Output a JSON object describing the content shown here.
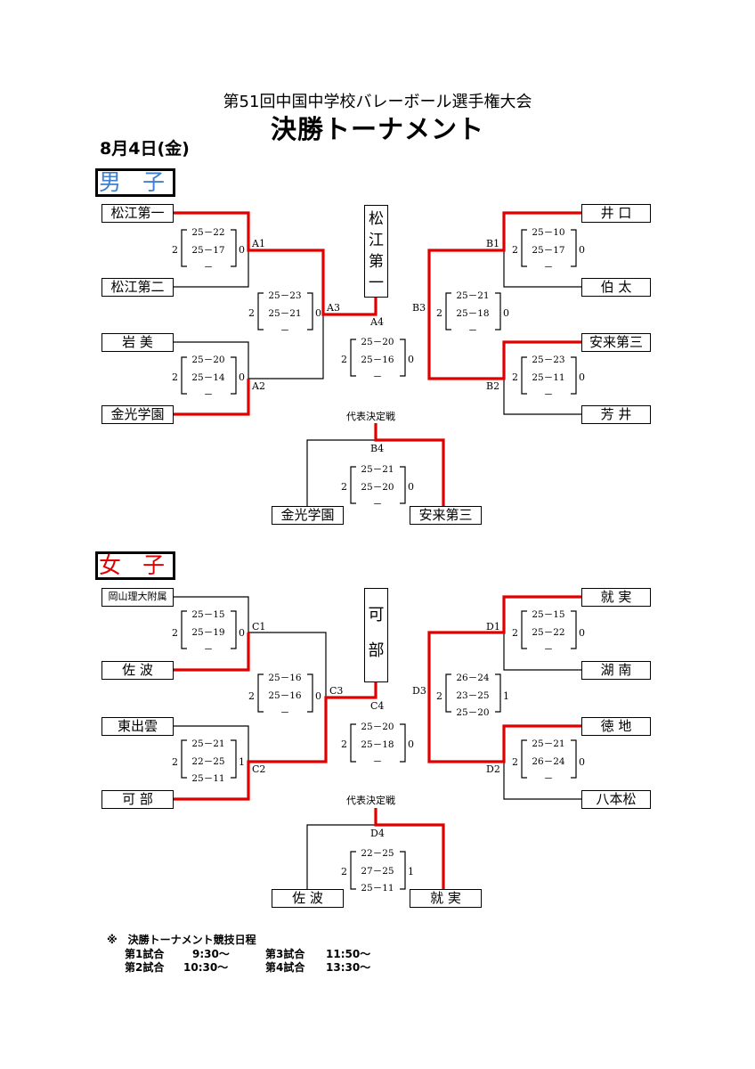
{
  "header": {
    "subtitle": "第51回中国中学校バレーボール選手権大会",
    "title": "決勝トーナメント",
    "date": "8月4日(金)"
  },
  "boys": {
    "label": "男 子",
    "label_color": "#3f7fd0",
    "teams": {
      "a1_top": "松江第一",
      "a1_bottom": "松江第二",
      "a2_top": "岩 美",
      "a2_bottom": "金光学園",
      "b1_top": "井 口",
      "b1_bottom": "伯 太",
      "b2_top": "安来第三",
      "b2_bottom": "芳 井",
      "b4_left": "金光学園",
      "b4_right": "安来第三"
    },
    "winner": [
      "松",
      "江",
      "第",
      "一"
    ],
    "playoff_label": "代表決定戦",
    "matches": {
      "A1": {
        "label": "A1",
        "left": "2",
        "right": "0",
        "scores": [
          "25－22",
          "25－17",
          "－"
        ]
      },
      "A2": {
        "label": "A2",
        "left": "2",
        "right": "0",
        "scores": [
          "25－20",
          "25－14",
          "－"
        ]
      },
      "A3": {
        "label": "A3",
        "left": "2",
        "right": "0",
        "scores": [
          "25－23",
          "25－21",
          "－"
        ]
      },
      "A4": {
        "label": "A4",
        "left": "2",
        "right": "0",
        "scores": [
          "25－20",
          "25－16",
          "－"
        ]
      },
      "B1": {
        "label": "B1",
        "left": "2",
        "right": "0",
        "scores": [
          "25－10",
          "25－17",
          "－"
        ]
      },
      "B2": {
        "label": "B2",
        "left": "2",
        "right": "0",
        "scores": [
          "25－23",
          "25－11",
          "－"
        ]
      },
      "B3": {
        "label": "B3",
        "left": "2",
        "right": "0",
        "scores": [
          "25－21",
          "25－18",
          "－"
        ]
      },
      "B4": {
        "label": "B4",
        "left": "2",
        "right": "0",
        "scores": [
          "25－21",
          "25－20",
          "－"
        ]
      }
    }
  },
  "girls": {
    "label": "女 子",
    "label_color": "#e00000",
    "teams": {
      "c1_top": "岡山理大附属",
      "c1_bottom": "佐 波",
      "c2_top": "東出雲",
      "c2_bottom": "可 部",
      "d1_top": "就 実",
      "d1_bottom": "湖 南",
      "d2_top": "徳 地",
      "d2_bottom": "八本松",
      "d4_left": "佐 波",
      "d4_right": "就 実"
    },
    "winner": [
      "可",
      "部"
    ],
    "playoff_label": "代表決定戦",
    "matches": {
      "C1": {
        "label": "C1",
        "left": "2",
        "right": "0",
        "scores": [
          "25－15",
          "25－19",
          "－"
        ]
      },
      "C2": {
        "label": "C2",
        "left": "2",
        "right": "1",
        "scores": [
          "25－21",
          "22－25",
          "25－11"
        ]
      },
      "C3": {
        "label": "C3",
        "left": "2",
        "right": "0",
        "scores": [
          "25－16",
          "25－16",
          "－"
        ]
      },
      "C4": {
        "label": "C4",
        "left": "2",
        "right": "0",
        "scores": [
          "25－20",
          "25－18",
          "－"
        ]
      },
      "D1": {
        "label": "D1",
        "left": "2",
        "right": "0",
        "scores": [
          "25－15",
          "25－22",
          "－"
        ]
      },
      "D2": {
        "label": "D2",
        "left": "2",
        "right": "0",
        "scores": [
          "25－21",
          "26－24",
          "－"
        ]
      },
      "D3": {
        "label": "D3",
        "left": "2",
        "right": "1",
        "scores": [
          "26－24",
          "23－25",
          "25－20"
        ]
      },
      "D4": {
        "label": "D4",
        "left": "2",
        "right": "1",
        "scores": [
          "22－25",
          "27－25",
          "25－11"
        ]
      }
    }
  },
  "schedule": {
    "heading": "※　決勝トーナメント競技日程",
    "rows": [
      {
        "name1": "第1試合",
        "time1": "9:30～",
        "name2": "第3試合",
        "time2": "11:50～"
      },
      {
        "name1": "第2試合",
        "time1": "10:30～",
        "name2": "第4試合",
        "time2": "13:30～"
      }
    ]
  },
  "colors": {
    "line": "#000000",
    "winner_line": "#e00000"
  }
}
